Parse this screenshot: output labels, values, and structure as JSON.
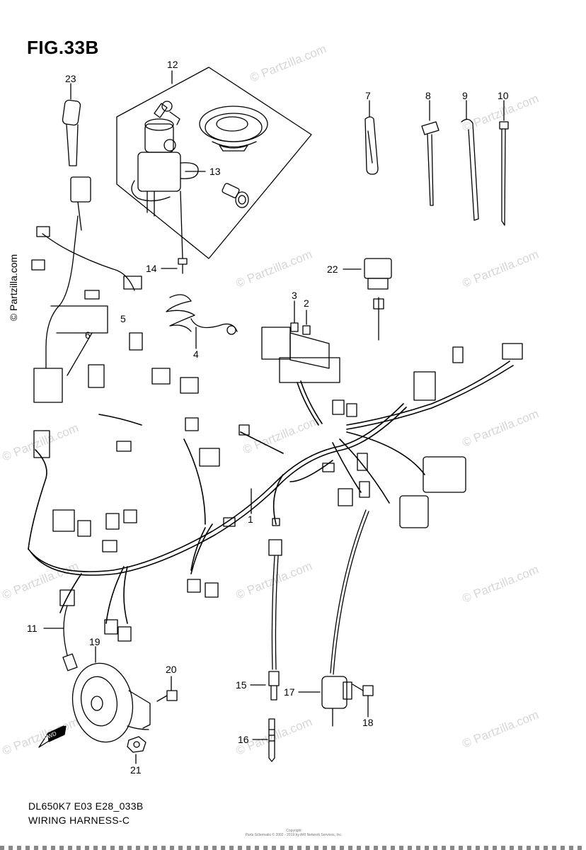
{
  "figure": {
    "title": "FIG.33B",
    "code": "DL650K7 E03 E28_033B",
    "name": "WIRING HARNESS-C"
  },
  "watermark": "© Partzilla.com",
  "copyright": {
    "line1": "Copyright",
    "line2": "Parts Schematic © 2002 - 2019 by ARI Network Services, Inc."
  },
  "callouts": [
    "1",
    "2",
    "3",
    "4",
    "5",
    "6",
    "7",
    "8",
    "9",
    "10",
    "11",
    "12",
    "13",
    "14",
    "15",
    "16",
    "17",
    "18",
    "19",
    "20",
    "21",
    "22",
    "23"
  ],
  "fwd_label": "FWD"
}
